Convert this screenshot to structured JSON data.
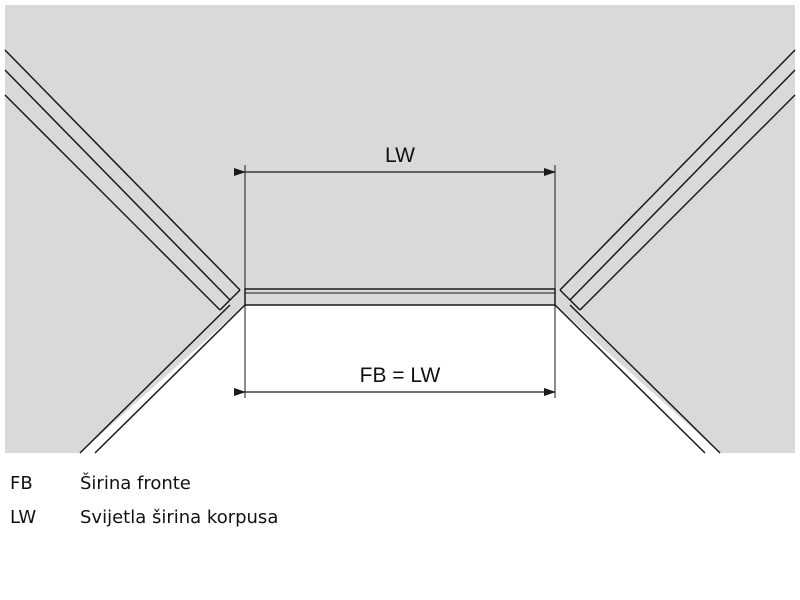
{
  "diagram": {
    "dimension_top_label": "LW",
    "dimension_bottom_label": "FB = LW",
    "colors": {
      "panel_fill": "#d9d9d9",
      "line": "#1a1a1a",
      "background": "#ffffff"
    }
  },
  "legend": [
    {
      "key": "FB",
      "description": "Širina fronte"
    },
    {
      "key": "LW",
      "description": "Svijetla širina korpusa"
    }
  ]
}
